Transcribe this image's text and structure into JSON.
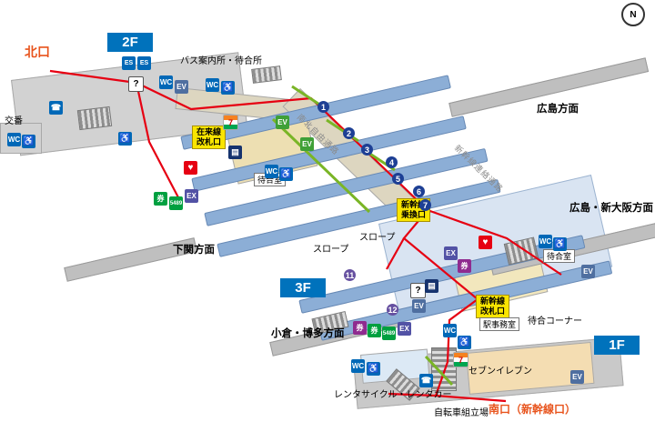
{
  "compass": {
    "label": "N"
  },
  "floors": [
    {
      "label": "2F"
    },
    {
      "label": "3F"
    },
    {
      "label": "1F"
    }
  ],
  "entrances": {
    "north": "北口",
    "south": "南口（新幹線口）"
  },
  "directions": {
    "shimonoseki": "下関方面",
    "hiroshima": "広島方面",
    "hiroshima_shinosaka": "広島・新大阪方面",
    "kokura_hakata": "小倉・博多方面"
  },
  "gates": {
    "conventional": "在来線\n改札口",
    "transfer": "新幹線\n乗換口",
    "shinkansen": "新幹線\n改札口"
  },
  "facilities": {
    "bus_info": "バス案内所・待合所",
    "koban": "交番",
    "waiting_room_2f": "待合室",
    "waiting_room_3f": "待合室",
    "waiting_corner": "待合コーナー",
    "station_office": "駅事務室",
    "slope_a": "スロープ",
    "slope_b": "スロープ",
    "seven_eleven": "セブンイレブン",
    "rental": "レンタサイクル・レンタカー",
    "bicycle_assembly": "自転車組立場",
    "corridor_north_south": "南北自由通路",
    "corridor_shinkansen": "新幹線連絡通路"
  },
  "platforms": {
    "conventional": [
      "1",
      "2",
      "3",
      "4",
      "5",
      "6",
      "7"
    ],
    "shinkansen": [
      "11",
      "12"
    ]
  },
  "icons": {
    "wc": "WC",
    "wheelchair": "♿",
    "ev": "EV",
    "ev_green": "EV",
    "es": "ES",
    "aed": "♥",
    "info": "?",
    "ticket": "券",
    "m5489": "5489",
    "ex": "EX",
    "phone": "☎",
    "locker": "▤",
    "seven": "7"
  },
  "colors": {
    "route_red": "#e60012",
    "route_green": "#7ab526",
    "floor_badge_blue": "#0072bc",
    "platform_blue": "#8caed6",
    "label_yellow": "#f9e500",
    "entrance_orange": "#e8541d",
    "number_blue": "#1d3f94",
    "number_purple": "#6650a0"
  }
}
